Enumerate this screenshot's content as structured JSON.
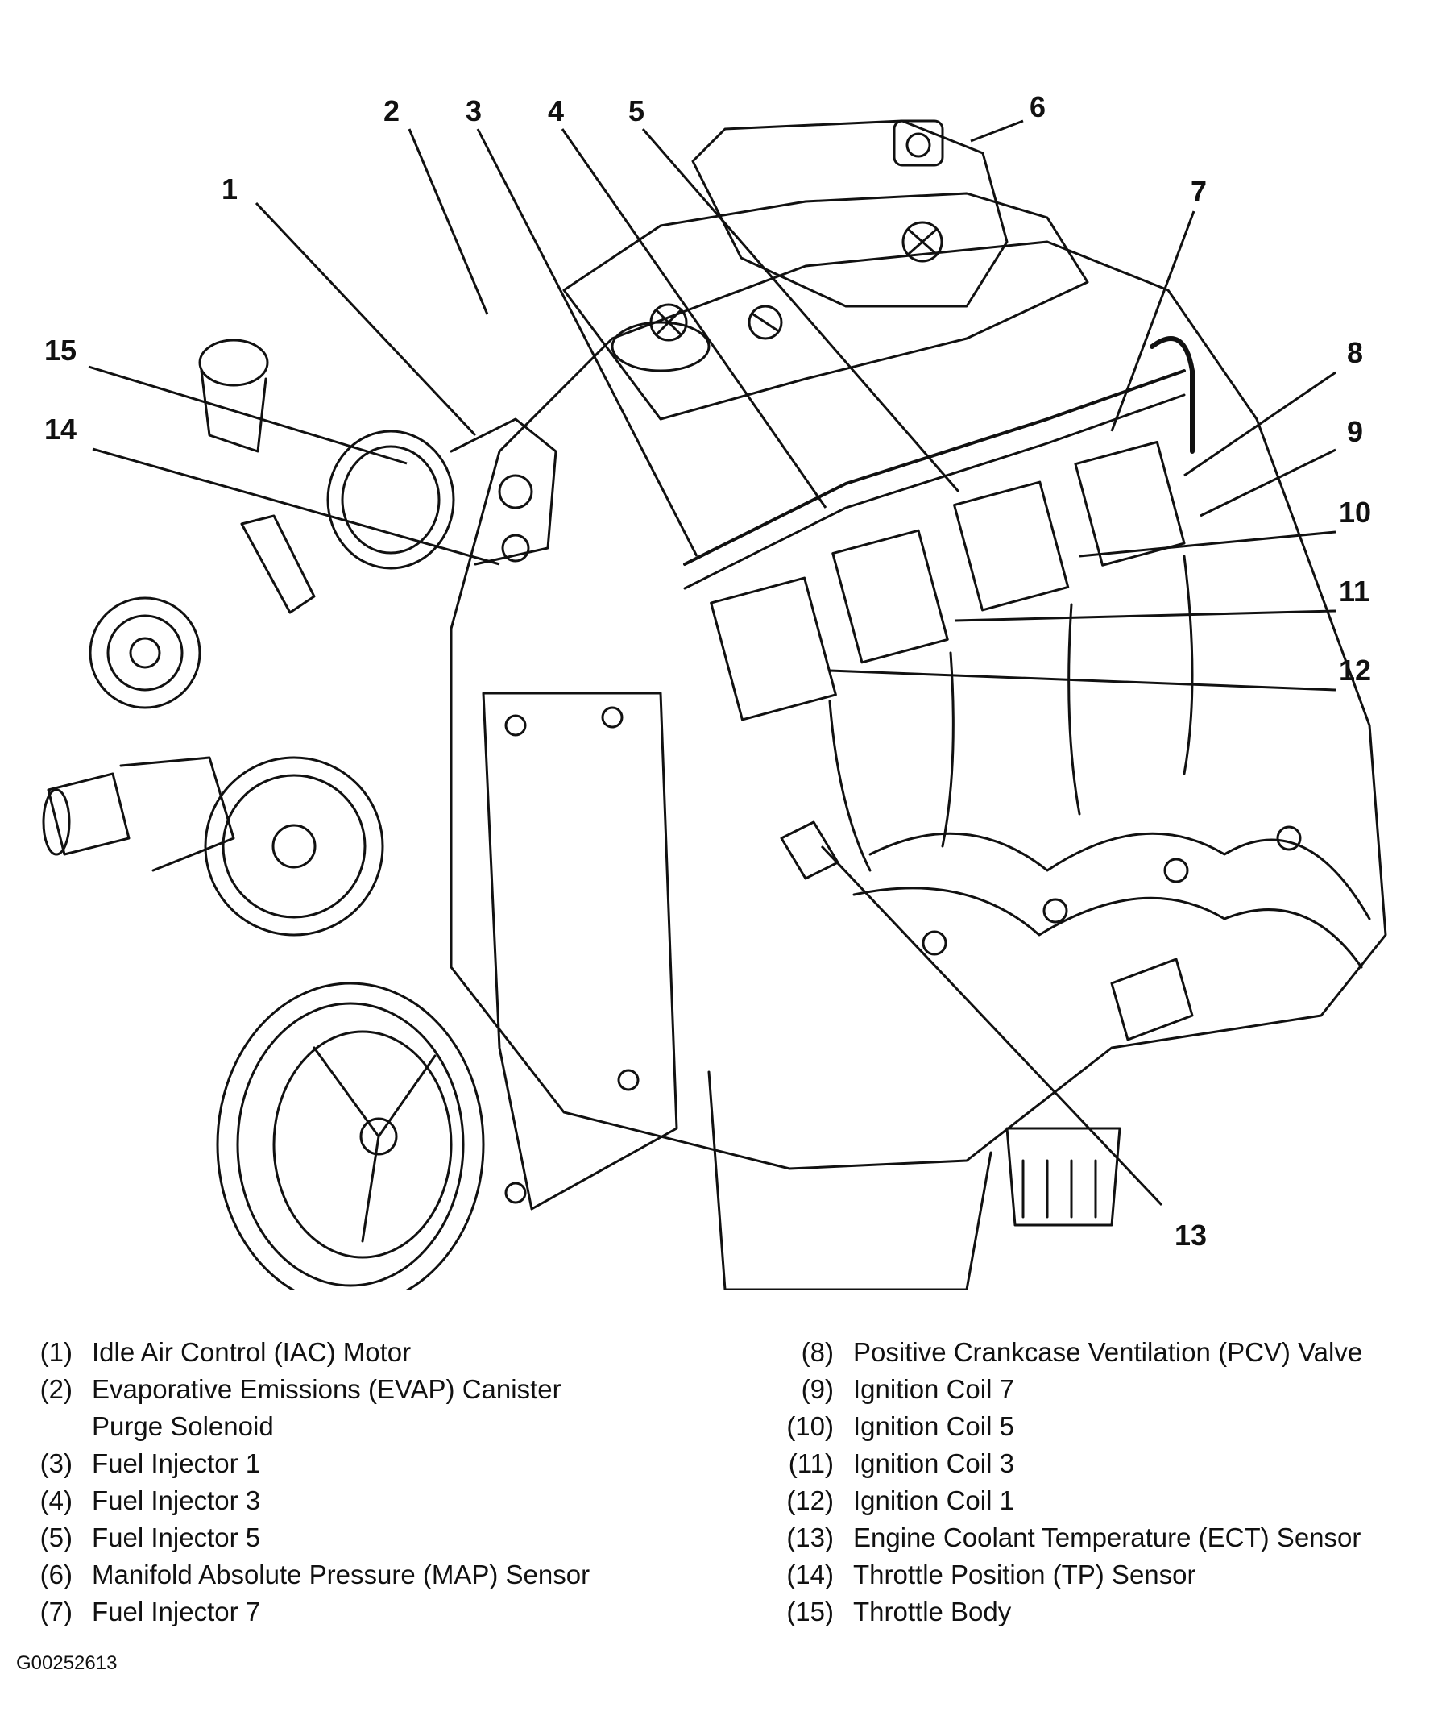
{
  "callouts": [
    "1",
    "2",
    "3",
    "4",
    "5",
    "6",
    "7",
    "8",
    "9",
    "10",
    "11",
    "12",
    "13",
    "14",
    "15"
  ],
  "legend_left": [
    {
      "num": "(1)",
      "lines": [
        "Idle Air Control (IAC) Motor"
      ]
    },
    {
      "num": "(2)",
      "lines": [
        "Evaporative Emissions (EVAP) Canister",
        "Purge Solenoid"
      ]
    },
    {
      "num": "(3)",
      "lines": [
        "Fuel Injector 1"
      ]
    },
    {
      "num": "(4)",
      "lines": [
        "Fuel Injector 3"
      ]
    },
    {
      "num": "(5)",
      "lines": [
        "Fuel Injector 5"
      ]
    },
    {
      "num": "(6)",
      "lines": [
        "Manifold Absolute Pressure (MAP) Sensor"
      ]
    },
    {
      "num": "(7)",
      "lines": [
        "Fuel Injector 7"
      ]
    }
  ],
  "legend_right": [
    {
      "num": "(8)",
      "lines": [
        "Positive Crankcase Ventilation (PCV) Valve"
      ]
    },
    {
      "num": "(9)",
      "lines": [
        "Ignition Coil 7"
      ]
    },
    {
      "num": "(10)",
      "lines": [
        "Ignition Coil 5"
      ]
    },
    {
      "num": "(11)",
      "lines": [
        "Ignition Coil 3"
      ]
    },
    {
      "num": "(12)",
      "lines": [
        "Ignition Coil 1"
      ]
    },
    {
      "num": "(13)",
      "lines": [
        "Engine Coolant Temperature (ECT) Sensor"
      ]
    },
    {
      "num": "(14)",
      "lines": [
        "Throttle Position (TP) Sensor"
      ]
    },
    {
      "num": "(15)",
      "lines": [
        "Throttle Body"
      ]
    }
  ],
  "figure_id": "G00252613"
}
